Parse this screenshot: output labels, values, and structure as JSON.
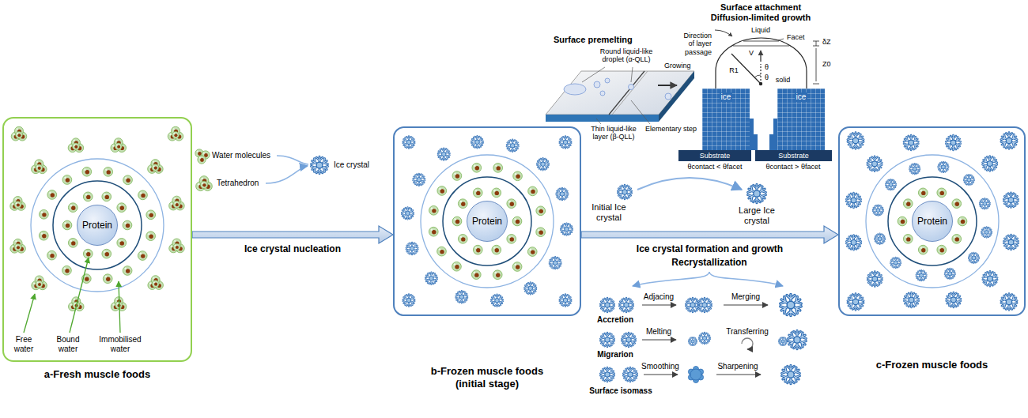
{
  "diagram": {
    "nodes": [
      {
        "text": [
          "a-Fresh muscle foods"
        ]
      },
      {
        "text": [
          "Protein"
        ],
        "in": 0
      },
      {
        "text": [
          "b-Frozen muscle foods (initial stage)"
        ]
      },
      {
        "text": [
          "Protein"
        ],
        "in": 2
      },
      {
        "text": [
          "ice"
        ]
      },
      {
        "text": [
          "Substrate"
        ]
      },
      {
        "text": [
          "ice"
        ]
      },
      {
        "text": [
          "Substrate"
        ]
      },
      {
        "text": [
          "c-Frozen muscle foods"
        ]
      },
      {
        "text": [
          "Protein"
        ],
        "in": 8
      }
    ],
    "edges": [
      {
        "from": 0,
        "to": 2,
        "label": "Ice crystal nucleation",
        "arrow": "to"
      },
      {
        "from": 2,
        "to": 8,
        "label": "Ice crystal formation and growth",
        "arrow": "to"
      }
    ],
    "labels": [
      "Free water",
      "Bound water",
      "Immobilised water",
      "Water molecules",
      "Tetrahedron",
      "Ice crystal",
      "Surface premelting",
      "Round liquid-like droplet (α-QLL)",
      "Thin liquid-like layer (β-QLL)",
      "Elementary step",
      "Growing",
      "Surface attachment Diffusion-limited growth",
      "Liquid",
      "V",
      "Facet",
      "δZ",
      "Direction of layer passage",
      "R1",
      "θ",
      "θ",
      "Z0",
      "solid",
      "θcontact < θfacet",
      "θcontact > θfacet",
      "Initial Ice crystal",
      "Large Ice crystal",
      "Recrystallization",
      "Adjacing",
      "Merging",
      "Accretion",
      "Melting",
      "Transferring",
      "Migrarion",
      "Smoothing",
      "Sharpening",
      "Surface isomass"
    ]
  }
}
